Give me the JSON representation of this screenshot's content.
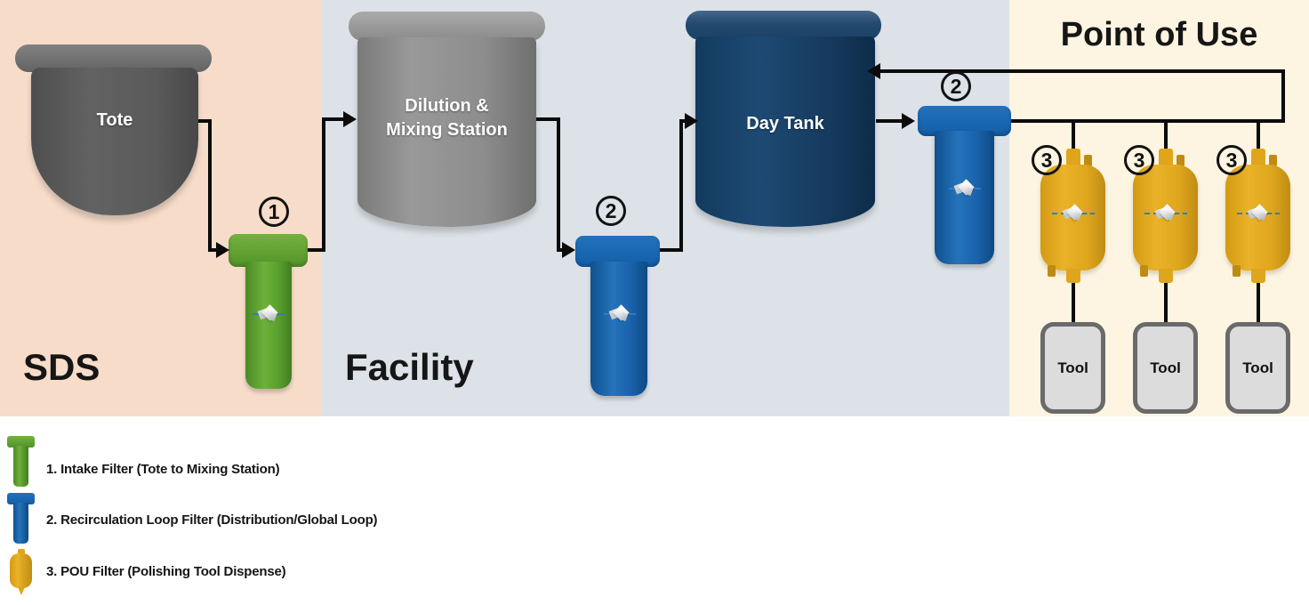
{
  "regions": {
    "sds": {
      "label": "SDS",
      "bg": "#f7dcca"
    },
    "facility": {
      "label": "Facility",
      "bg": "#dce2e7"
    },
    "pou": {
      "label": "Point of Use",
      "bg": "#fdf5e1"
    }
  },
  "nodes": {
    "tote": {
      "label": "Tote",
      "color": "#595959"
    },
    "mixing_station": {
      "label_line1": "Dilution &",
      "label_line2": "Mixing Station",
      "color": "#8c8c8c"
    },
    "day_tank": {
      "label": "Day Tank",
      "color": "#16395d"
    },
    "tools": [
      {
        "label": "Tool"
      },
      {
        "label": "Tool"
      },
      {
        "label": "Tool"
      }
    ]
  },
  "filters": {
    "intake": {
      "number": "1",
      "color": "#5ba032"
    },
    "loop_filter_1": {
      "number": "2",
      "color": "#1565b0"
    },
    "loop_filter_2": {
      "number": "2",
      "color": "#1565b0"
    },
    "pou_filters": [
      {
        "number": "3"
      },
      {
        "number": "3"
      },
      {
        "number": "3"
      }
    ],
    "pou_color": "#e0a71e"
  },
  "legend": {
    "items": [
      {
        "number": "1",
        "label": "1. Intake Filter (Tote to Mixing Station)",
        "color": "#5ba032"
      },
      {
        "number": "2",
        "label": "2. Recirculation Loop Filter (Distribution/Global Loop)",
        "color": "#1565b0"
      },
      {
        "number": "3",
        "label": "3. POU Filter (Polishing Tool Dispense)",
        "color": "#e0a71e"
      }
    ]
  },
  "colors": {
    "line": "#0b0b0b",
    "tool_fill": "#dcdcdc",
    "tool_border": "#6a6a6a",
    "logo_dash_blue": "#3a79c0"
  }
}
